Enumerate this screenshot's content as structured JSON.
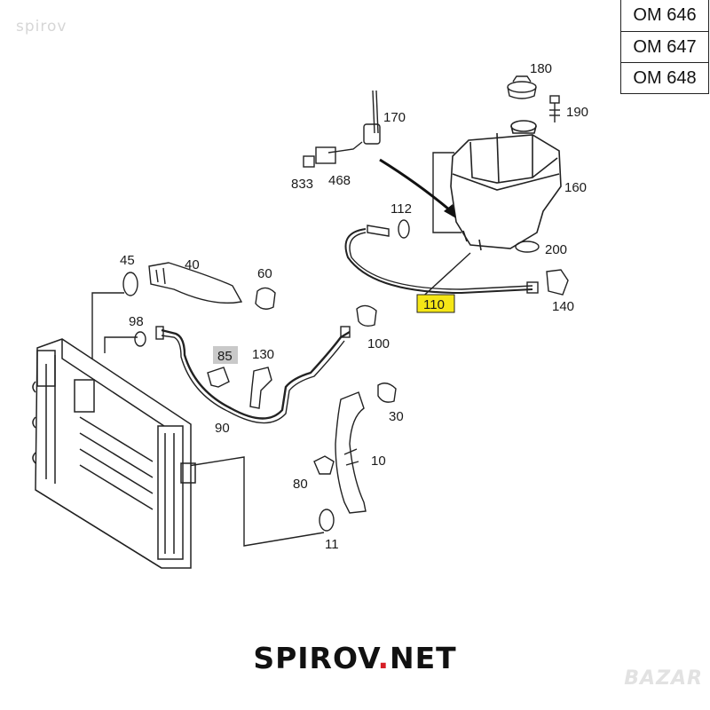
{
  "watermark": "spirov",
  "model_table": [
    "OM 646",
    "OM 647",
    "OM 648"
  ],
  "highlight_color": "#f5e616",
  "part_labels": {
    "p180": "180",
    "p190": "190",
    "p170": "170",
    "p833": "833",
    "p468": "468",
    "p160": "160",
    "p112": "112",
    "p200": "200",
    "p45": "45",
    "p40": "40",
    "p60": "60",
    "p110": "110",
    "p140": "140",
    "p98": "98",
    "p100": "100",
    "p85": "85",
    "p130": "130",
    "p90": "90",
    "p30": "30",
    "p10": "10",
    "p80": "80",
    "p11": "11"
  },
  "footer": {
    "brand_a": "SPIROV",
    "brand_dot": ".",
    "brand_b": "NET"
  },
  "corner_logo": "BAZAR"
}
